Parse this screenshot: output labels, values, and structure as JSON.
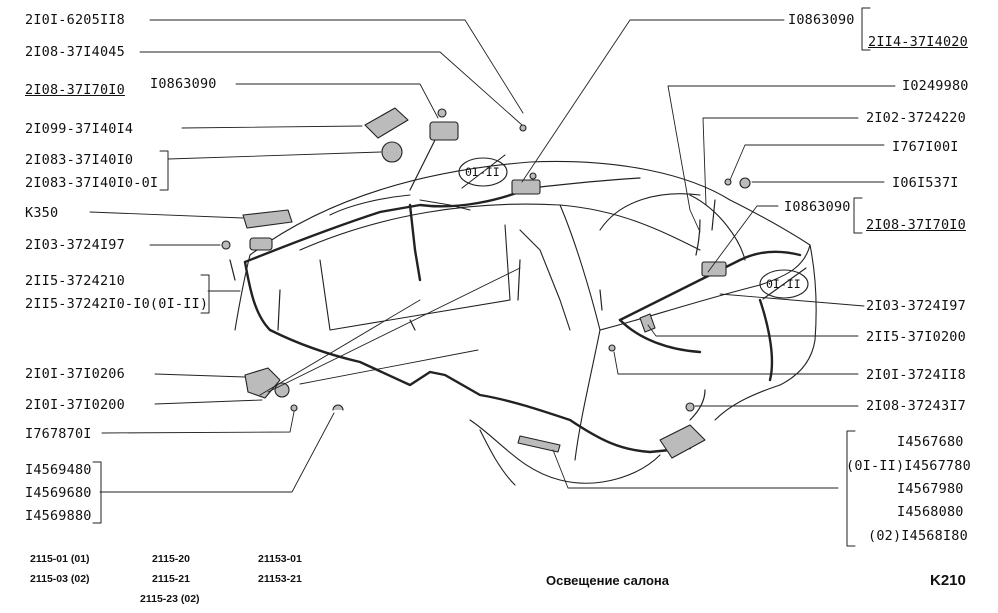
{
  "labels_left": [
    {
      "id": "l1",
      "text": "2I0I-6205II8"
    },
    {
      "id": "l2",
      "text": "2I08-37I4045"
    },
    {
      "id": "l3",
      "text": "2I08-37I70I0"
    },
    {
      "id": "l4",
      "text": "I0863090"
    },
    {
      "id": "l5",
      "text": "2I099-37I40I4"
    },
    {
      "id": "l6",
      "text": "2I083-37I40I0"
    },
    {
      "id": "l7",
      "text": "2I083-37I40I0-0I"
    },
    {
      "id": "l8",
      "text": "К350"
    },
    {
      "id": "l9",
      "text": "2I03-3724I97"
    },
    {
      "id": "l10",
      "text": "2II5-3724210"
    },
    {
      "id": "l11",
      "text": "2II5-37242I0-I0(0I-II)"
    },
    {
      "id": "l12",
      "text": "2I0I-37I0206"
    },
    {
      "id": "l13",
      "text": "2I0I-37I0200"
    },
    {
      "id": "l14",
      "text": "I767870I"
    },
    {
      "id": "l15",
      "text": "I4569480"
    },
    {
      "id": "l16",
      "text": "I4569680"
    },
    {
      "id": "l17",
      "text": "I4569880"
    }
  ],
  "labels_right": [
    {
      "id": "r1",
      "text": "I0863090"
    },
    {
      "id": "r2",
      "text": "2II4-37I4020"
    },
    {
      "id": "r3",
      "text": "I0249980"
    },
    {
      "id": "r4",
      "text": "2I02-3724220"
    },
    {
      "id": "r5",
      "text": "I767I00I"
    },
    {
      "id": "r6",
      "text": "I06I537I"
    },
    {
      "id": "r7",
      "text": "I0863090"
    },
    {
      "id": "r8",
      "text": "2I08-37I70I0"
    },
    {
      "id": "r9",
      "text": "2I03-3724I97"
    },
    {
      "id": "r10",
      "text": "2II5-37I0200"
    },
    {
      "id": "r11",
      "text": "2I0I-3724II8"
    },
    {
      "id": "r12",
      "text": "2I08-37243I7"
    },
    {
      "id": "r13",
      "text": "I4567680"
    },
    {
      "id": "r14",
      "text": "(0I-II)I4567780"
    },
    {
      "id": "r15",
      "text": "I4567980"
    },
    {
      "id": "r16",
      "text": "I4568080"
    },
    {
      "id": "r17",
      "text": "(02)I4568I80"
    }
  ],
  "notes": {
    "crossed_1": "0I-II",
    "crossed_2": "0I-II"
  },
  "models": {
    "col1": [
      "2115-01 (01)",
      "2115-03 (02)"
    ],
    "col2": [
      "2115-20",
      "2115-21",
      "2115-23 (02)"
    ],
    "col3": [
      "21153-01",
      "21153-21"
    ]
  },
  "caption": "Освещение салона",
  "page_code": "K210"
}
